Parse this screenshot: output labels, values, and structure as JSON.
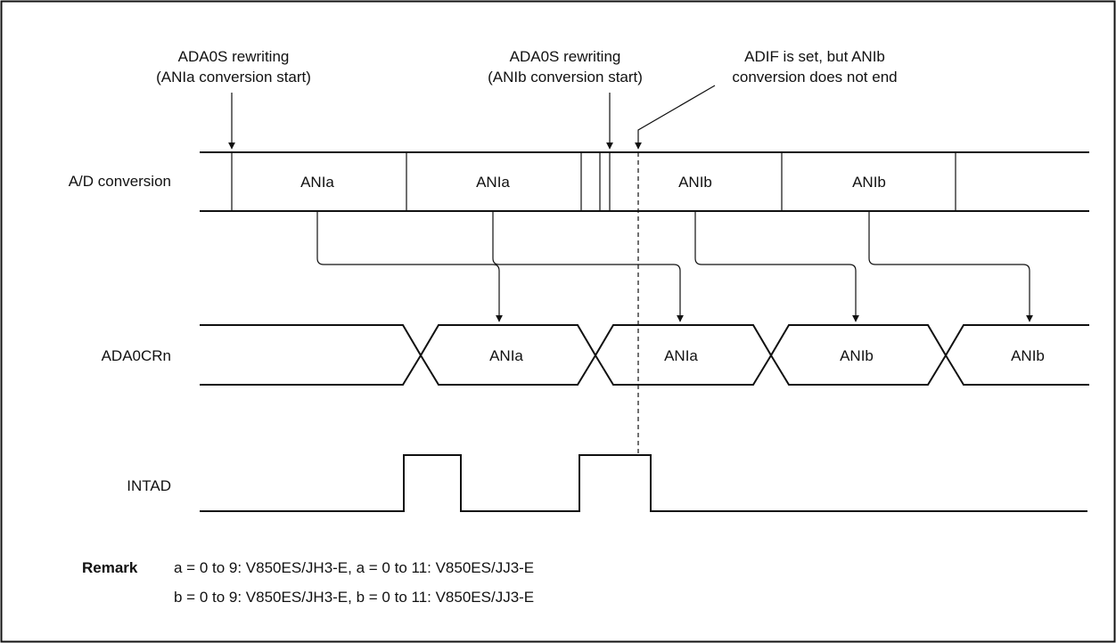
{
  "annotations": {
    "ann1_line1": "ADA0S rewriting",
    "ann1_line2": "(ANIa conversion start)",
    "ann2_line1": "ADA0S  rewriting",
    "ann2_line2": "(ANIb conversion start)",
    "ann3_line1": "ADIF is set, but ANIb",
    "ann3_line2": "conversion does not end"
  },
  "signals": {
    "ad_conversion": "A/D conversion",
    "ada0crn": "ADA0CRn",
    "intad": "INTAD"
  },
  "ad_cells": [
    "ANIa",
    "ANIa",
    "ANIb",
    "ANIb"
  ],
  "crn_cells": [
    "ANIa",
    "ANIa",
    "ANIb",
    "ANIb"
  ],
  "remark": {
    "title": "Remark",
    "line1": "a = 0 to 9: V850ES/JH3-E, a = 0 to 11: V850ES/JJ3-E",
    "line2": "b = 0 to 9: V850ES/JH3-E, b = 0 to 11: V850ES/JJ3-E"
  }
}
